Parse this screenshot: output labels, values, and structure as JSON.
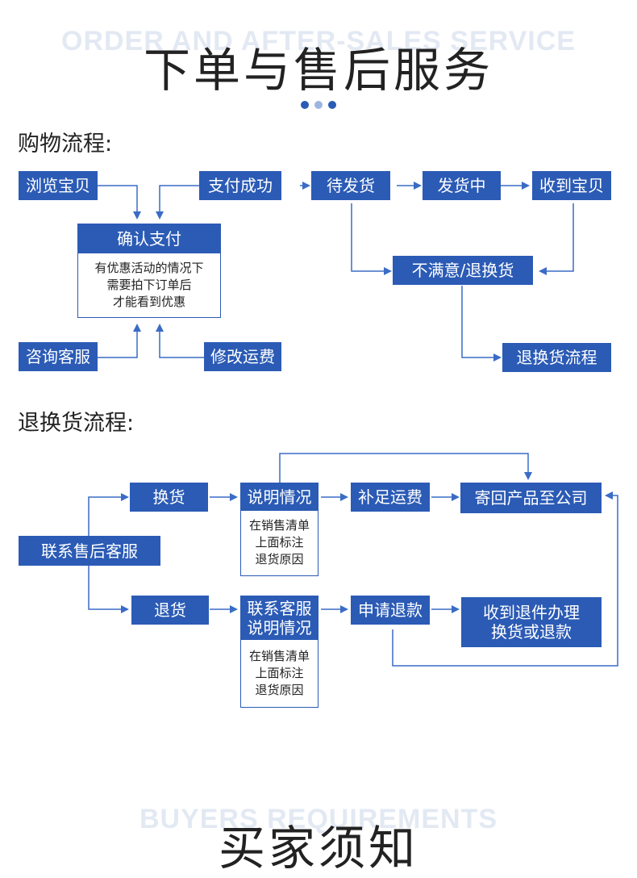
{
  "header": {
    "watermark": "ORDER AND AFTER-SALES SERVICE",
    "title": "下单与售后服务"
  },
  "shopping": {
    "section_title": "购物流程:",
    "browse": "浏览宝贝",
    "pay_success": "支付成功",
    "confirm_title": "确认支付",
    "confirm_note": "有优惠活动的情况下\n需要拍下订单后\n才能看到优惠",
    "consult": "咨询客服",
    "modify_fee": "修改运费",
    "wait_ship": "待发货",
    "shipping": "发货中",
    "received": "收到宝贝",
    "unsatisfied": "不满意/退换货",
    "return_process": "退换货流程"
  },
  "returns": {
    "section_title": "退换货流程:",
    "contact": "联系售后客服",
    "exchange": "换货",
    "explain": "说明情况",
    "explain_note": "在销售清单\n上面标注\n退货原因",
    "pay_freight": "补足运费",
    "send_back": "寄回产品至公司",
    "refund_goods": "退货",
    "contact_explain": "联系客服\n说明情况",
    "refund_note": "在销售清单\n上面标注\n退货原因",
    "apply_refund": "申请退款",
    "process_refund": "收到退件办理\n换货或退款"
  },
  "footer": {
    "watermark": "BUYERS REQUIREMENTS",
    "title": "买家须知"
  },
  "colors": {
    "accent": "#2b5bb5",
    "line": "#3a6cc6",
    "dot_light": "#9db6e0"
  }
}
